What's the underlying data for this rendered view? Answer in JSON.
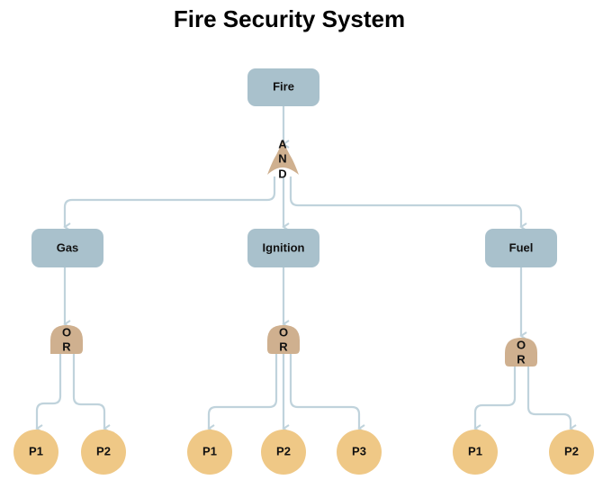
{
  "title": "Fire Security System",
  "colors": {
    "event_fill": "#a9c1cc",
    "gate_fill": "#cfb08f",
    "leaf_fill": "#efc886",
    "edge": "#c0d3dc"
  },
  "nodes": {
    "fire": {
      "label": "Fire",
      "type": "event"
    },
    "and_gate": {
      "label": "AND",
      "letters": [
        "A",
        "N",
        "D"
      ],
      "type": "and-gate"
    },
    "gas": {
      "label": "Gas",
      "type": "event"
    },
    "ignition": {
      "label": "Ignition",
      "type": "event"
    },
    "fuel": {
      "label": "Fuel",
      "type": "event"
    },
    "gas_or": {
      "label": "OR",
      "letters": [
        "O",
        "R"
      ],
      "type": "or-gate"
    },
    "ignition_or": {
      "label": "OR",
      "letters": [
        "O",
        "R"
      ],
      "type": "or-gate"
    },
    "fuel_or": {
      "label": "OR",
      "letters": [
        "O",
        "R"
      ],
      "type": "or-gate"
    },
    "gas_p1": {
      "label": "P1",
      "type": "basic-event"
    },
    "gas_p2": {
      "label": "P2",
      "type": "basic-event"
    },
    "ign_p1": {
      "label": "P1",
      "type": "basic-event"
    },
    "ign_p2": {
      "label": "P2",
      "type": "basic-event"
    },
    "ign_p3": {
      "label": "P3",
      "type": "basic-event"
    },
    "fuel_p1": {
      "label": "P1",
      "type": "basic-event"
    },
    "fuel_p2": {
      "label": "P2",
      "type": "basic-event"
    }
  },
  "edges": [
    [
      "fire",
      "and_gate"
    ],
    [
      "and_gate",
      "gas"
    ],
    [
      "and_gate",
      "ignition"
    ],
    [
      "and_gate",
      "fuel"
    ],
    [
      "gas",
      "gas_or"
    ],
    [
      "ignition",
      "ignition_or"
    ],
    [
      "fuel",
      "fuel_or"
    ],
    [
      "gas_or",
      "gas_p1"
    ],
    [
      "gas_or",
      "gas_p2"
    ],
    [
      "ignition_or",
      "ign_p1"
    ],
    [
      "ignition_or",
      "ign_p2"
    ],
    [
      "ignition_or",
      "ign_p3"
    ],
    [
      "fuel_or",
      "fuel_p1"
    ],
    [
      "fuel_or",
      "fuel_p2"
    ]
  ]
}
